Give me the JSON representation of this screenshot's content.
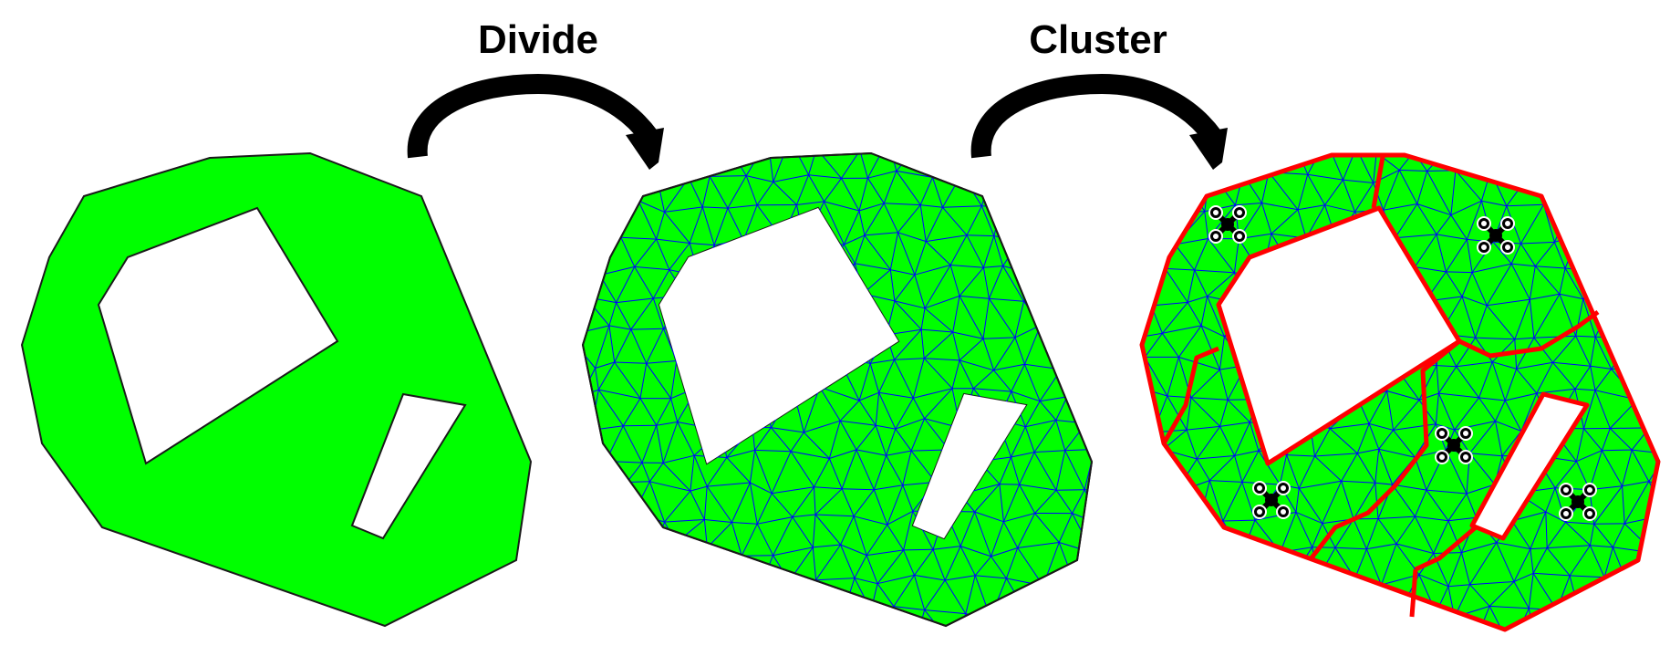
{
  "steps": [
    {
      "label": "Divide"
    },
    {
      "label": "Cluster"
    }
  ],
  "colors": {
    "region_fill": "#00ff00",
    "mesh_lines": "#0000ff",
    "cluster_boundaries": "#ff0000",
    "arrows": "#000000",
    "drone_icons": "#000000"
  },
  "panels": [
    {
      "name": "original-area",
      "mesh": false,
      "clusters": 0
    },
    {
      "name": "triangulated-area",
      "mesh": true,
      "clusters": 0
    },
    {
      "name": "clustered-area",
      "mesh": true,
      "clusters": 5,
      "drones": 5
    }
  ],
  "icons": [
    "curved-arrow-icon",
    "drone-icon"
  ]
}
